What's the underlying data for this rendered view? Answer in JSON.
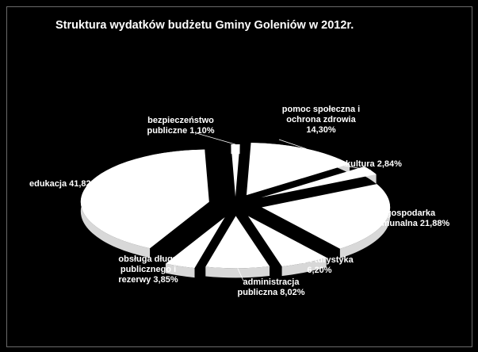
{
  "chart_data": {
    "type": "pie",
    "title": "Struktura wydatków budżetu Gminy Goleniów  w 2012r.",
    "style": "3d-exploded",
    "colors": {
      "background": "#000000",
      "slice_fill": "#ffffff",
      "text": "#ffffff",
      "leader": "#ffffff"
    },
    "slices": [
      {
        "key": "bezpieczenstwo",
        "label": "bezpieczeństwo\npubliczne 1,10%",
        "value": 1.1
      },
      {
        "key": "pomoc",
        "label": "pomoc społeczna i\nochrona zdrowia\n14,30%",
        "value": 14.3
      },
      {
        "key": "kultura",
        "label": "kultura 2,84%",
        "value": 2.84
      },
      {
        "key": "gospodarka",
        "label": "gospodarka\nkomunalna 21,88%",
        "value": 21.88
      },
      {
        "key": "sport",
        "label": "sport i turystyka\n6,20%",
        "value": 6.2
      },
      {
        "key": "administracja",
        "label": "administracja\npubliczna  8,02%",
        "value": 8.02
      },
      {
        "key": "obsluga",
        "label": "obsługa długu\npublicznego i\nrezerwy 3,85%",
        "value": 3.85
      },
      {
        "key": "edukacja",
        "label": "edukacja 41,82%",
        "value": 41.82
      }
    ]
  }
}
